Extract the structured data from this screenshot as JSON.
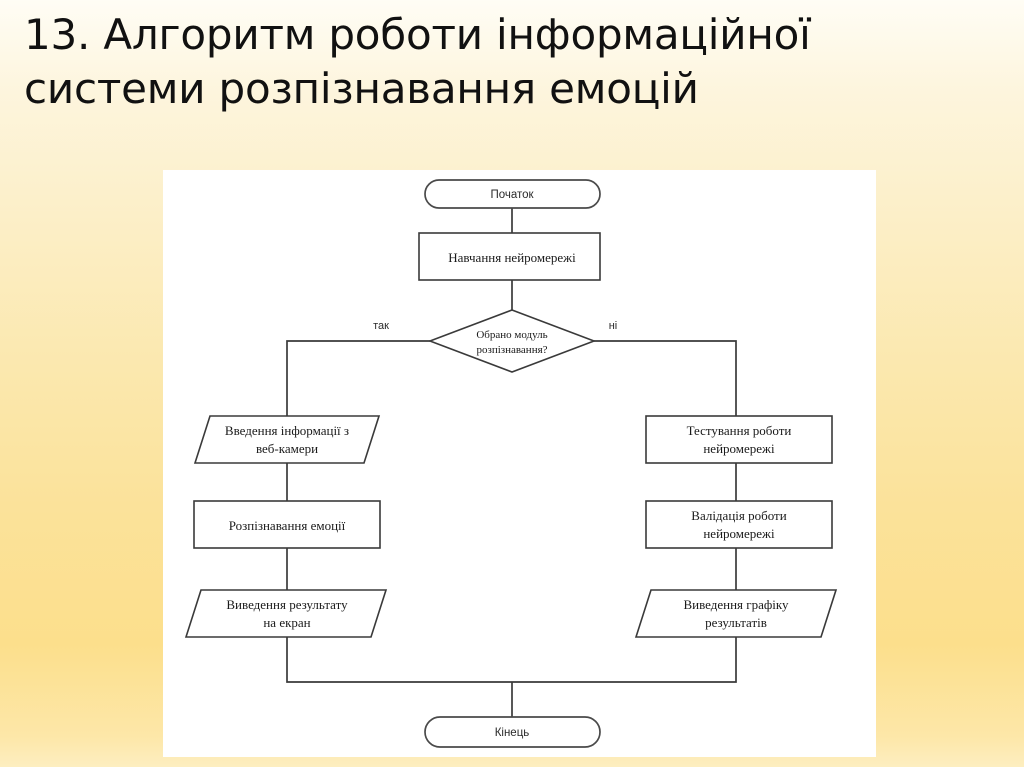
{
  "slide": {
    "title_lines": [
      "13. Алгоритм роботи інформаційної",
      "системи розпізнавання емоцій"
    ],
    "background_top_color": "#fffdf5",
    "background_bottom_color": "#fcdf8c",
    "panel_color": "#ffffff"
  },
  "flowchart": {
    "type": "flowchart",
    "line_color": "#3a3a3a",
    "nodes": {
      "start": {
        "label": "Початок",
        "shape": "terminator"
      },
      "train": {
        "label": "Навчання нейромережі",
        "shape": "process"
      },
      "decision": {
        "label_line1": "Обрано модуль",
        "label_line2": "розпізнавання?",
        "shape": "decision"
      },
      "webcam_input": {
        "label_line1": "Введення інформації з",
        "label_line2": "веб-камери",
        "shape": "input-output"
      },
      "recognize": {
        "label": "Розпізнавання емоції",
        "shape": "process"
      },
      "screen_output": {
        "label_line1": "Виведення результату",
        "label_line2": "на екран",
        "shape": "input-output"
      },
      "testing": {
        "label_line1": "Тестування роботи",
        "label_line2": "нейромережі",
        "shape": "process"
      },
      "validation": {
        "label_line1": "Валідація роботи",
        "label_line2": "нейромережі",
        "shape": "process"
      },
      "graph_output": {
        "label_line1": "Виведення графіку",
        "label_line2": "результатів",
        "shape": "input-output"
      },
      "end": {
        "label": "Кінець",
        "shape": "terminator"
      }
    },
    "edge_labels": {
      "yes": "так",
      "no": "ні"
    }
  }
}
